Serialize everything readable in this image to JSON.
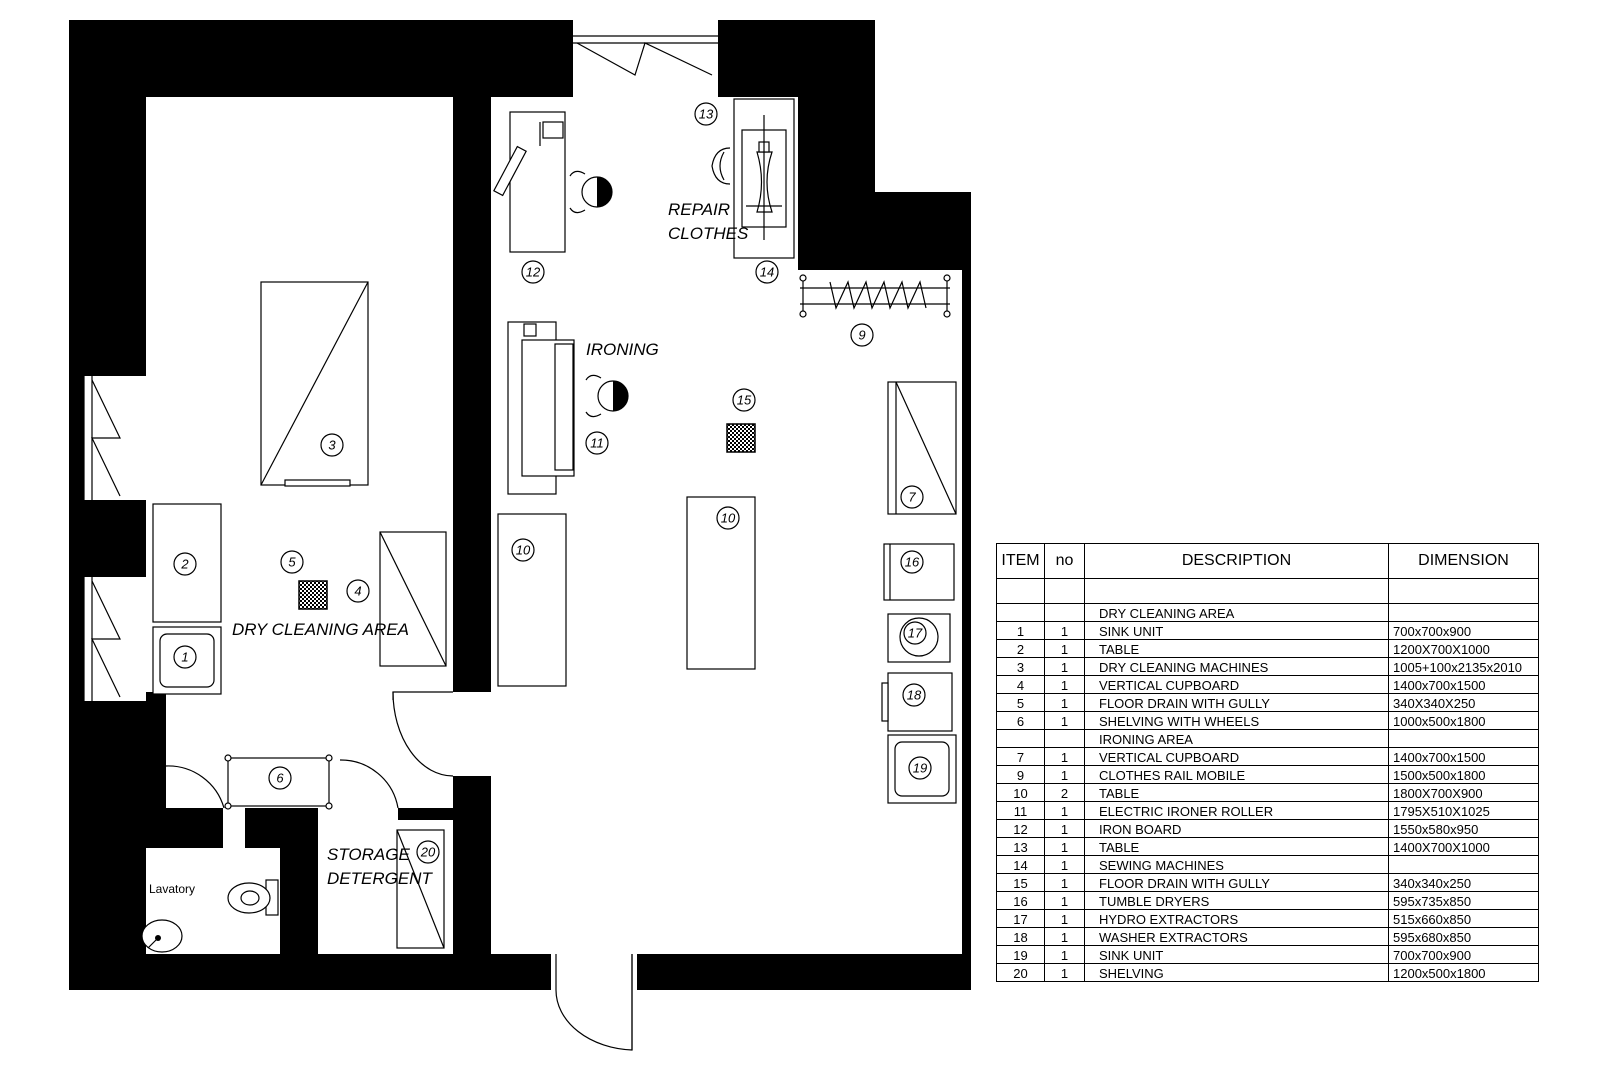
{
  "labels": {
    "dry_cleaning": "DRY CLEANING AREA",
    "ironing": "IRONING",
    "repair_1": "REPAIR",
    "repair_2": "CLOTHES",
    "storage_1": "STORAGE",
    "storage_2": "DETERGENT",
    "lavatory": "Lavatory"
  },
  "markers": [
    "1",
    "2",
    "3",
    "4",
    "5",
    "6",
    "7",
    "9",
    "10",
    "10",
    "11",
    "12",
    "13",
    "14",
    "15",
    "16",
    "17",
    "18",
    "19",
    "20"
  ],
  "legend": {
    "headers": {
      "item": "ITEM",
      "no": "no",
      "description": "DESCRIPTION",
      "dimension": "DIMENSION"
    },
    "rows": [
      {
        "item": "",
        "no": "",
        "description": "DRY CLEANING AREA",
        "dimension": ""
      },
      {
        "item": "1",
        "no": "1",
        "description": "SINK UNIT",
        "dimension": "700x700x900"
      },
      {
        "item": "2",
        "no": "1",
        "description": "TABLE",
        "dimension": "1200X700X1000"
      },
      {
        "item": "3",
        "no": "1",
        "description": "DRY CLEANING MACHINES",
        "dimension": "1005+100x2135x2010"
      },
      {
        "item": "4",
        "no": "1",
        "description": "VERTICAL CUPBOARD",
        "dimension": "1400x700x1500"
      },
      {
        "item": "5",
        "no": "1",
        "description": "FLOOR DRAIN WITH GULLY",
        "dimension": "340X340X250"
      },
      {
        "item": "6",
        "no": "1",
        "description": "SHELVING WITH WHEELS",
        "dimension": "1000x500x1800"
      },
      {
        "item": "",
        "no": "",
        "description": "IRONING AREA",
        "dimension": ""
      },
      {
        "item": "7",
        "no": "1",
        "description": "VERTICAL CUPBOARD",
        "dimension": "1400x700x1500"
      },
      {
        "item": "9",
        "no": "1",
        "description": "CLOTHES RAIL MOBILE",
        "dimension": "1500x500x1800"
      },
      {
        "item": "10",
        "no": "2",
        "description": "TABLE",
        "dimension": "1800X700X900"
      },
      {
        "item": "11",
        "no": "1",
        "description": "ELECTRIC IRONER ROLLER",
        "dimension": "1795X510X1025"
      },
      {
        "item": "12",
        "no": "1",
        "description": "IRON BOARD",
        "dimension": "1550x580x950"
      },
      {
        "item": "13",
        "no": "1",
        "description": "TABLE",
        "dimension": "1400X700X1000"
      },
      {
        "item": "14",
        "no": "1",
        "description": "SEWING MACHINES",
        "dimension": ""
      },
      {
        "item": "15",
        "no": "1",
        "description": "FLOOR DRAIN WITH GULLY",
        "dimension": "340x340x250"
      },
      {
        "item": "16",
        "no": "1",
        "description": "TUMBLE DRYERS",
        "dimension": "595x735x850"
      },
      {
        "item": "17",
        "no": "1",
        "description": "HYDRO EXTRACTORS",
        "dimension": "515x660x850"
      },
      {
        "item": "18",
        "no": "1",
        "description": "WASHER EXTRACTORS",
        "dimension": "595x680x850"
      },
      {
        "item": "19",
        "no": "1",
        "description": "SINK UNIT",
        "dimension": "700x700x900"
      },
      {
        "item": "20",
        "no": "1",
        "description": "SHELVING",
        "dimension": "1200x500x1800"
      }
    ]
  }
}
